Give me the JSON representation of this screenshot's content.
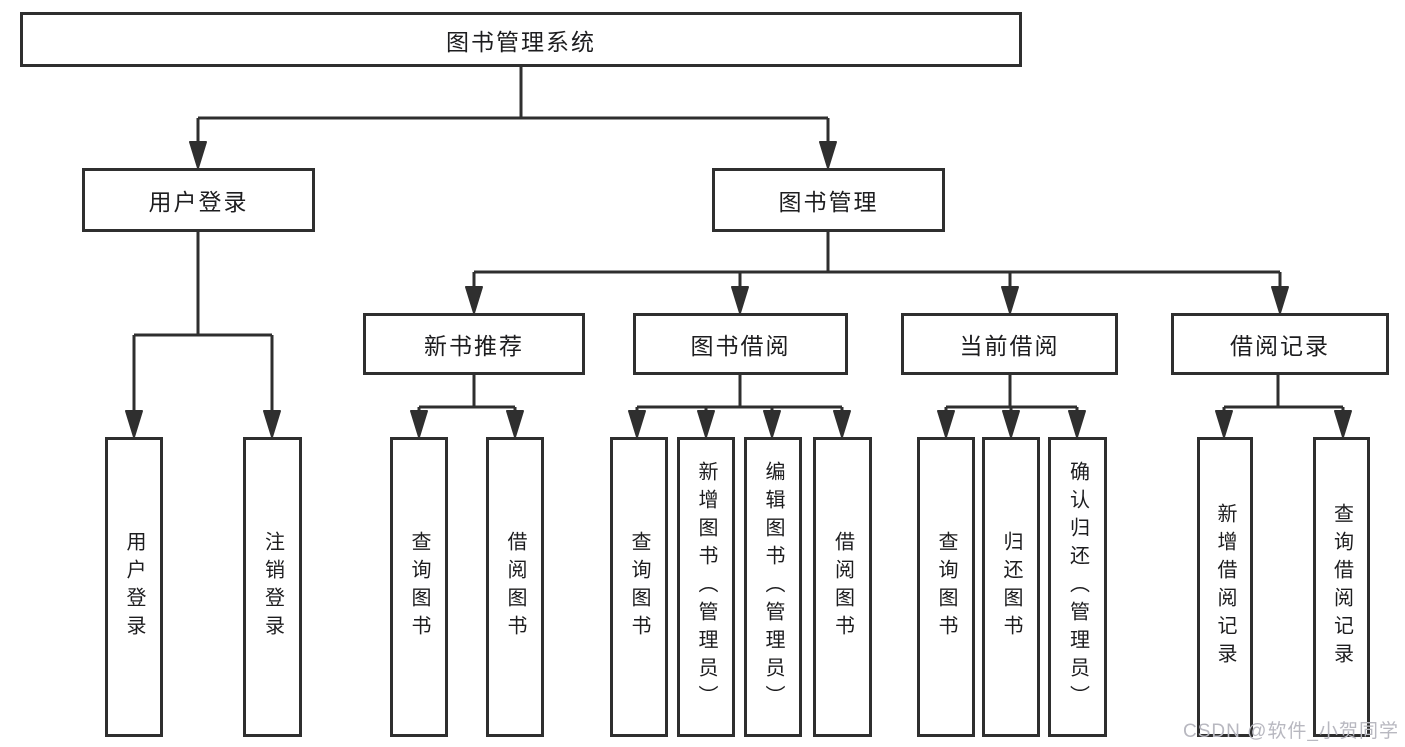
{
  "diagram": {
    "root": {
      "label": "图书管理系统"
    },
    "level1": [
      {
        "id": "user-login",
        "label": "用户登录"
      },
      {
        "id": "book-management",
        "label": "图书管理"
      }
    ],
    "level2": [
      {
        "id": "new-book-recommend",
        "label": "新书推荐"
      },
      {
        "id": "book-borrowing",
        "label": "图书借阅"
      },
      {
        "id": "current-borrowing",
        "label": "当前借阅"
      },
      {
        "id": "borrowing-records",
        "label": "借阅记录"
      }
    ],
    "leaves": [
      {
        "id": "user-login-leaf",
        "label": "用户登录"
      },
      {
        "id": "logout",
        "label": "注销登录"
      },
      {
        "id": "query-books-recommend",
        "label": "查询图书"
      },
      {
        "id": "borrow-books-recommend",
        "label": "借阅图书"
      },
      {
        "id": "query-books-borrow",
        "label": "查询图书"
      },
      {
        "id": "add-books-admin",
        "label": "新增图书（管理员）"
      },
      {
        "id": "edit-books-admin",
        "label": "编辑图书（管理员）"
      },
      {
        "id": "borrow-books",
        "label": "借阅图书"
      },
      {
        "id": "query-books-current",
        "label": "查询图书"
      },
      {
        "id": "return-books",
        "label": "归还图书"
      },
      {
        "id": "confirm-return-admin",
        "label": "确认归还（管理员）"
      },
      {
        "id": "add-borrow-record",
        "label": "新增借阅记录"
      },
      {
        "id": "query-borrow-record",
        "label": "查询借阅记录"
      }
    ],
    "watermark": "CSDN @软件_小贺同学",
    "colors": {
      "line": "#2f2f2f",
      "box_border": "#2f2f2f",
      "text": "#1d1d1f",
      "watermark": "#b8b8c0",
      "background": "#ffffff"
    }
  }
}
